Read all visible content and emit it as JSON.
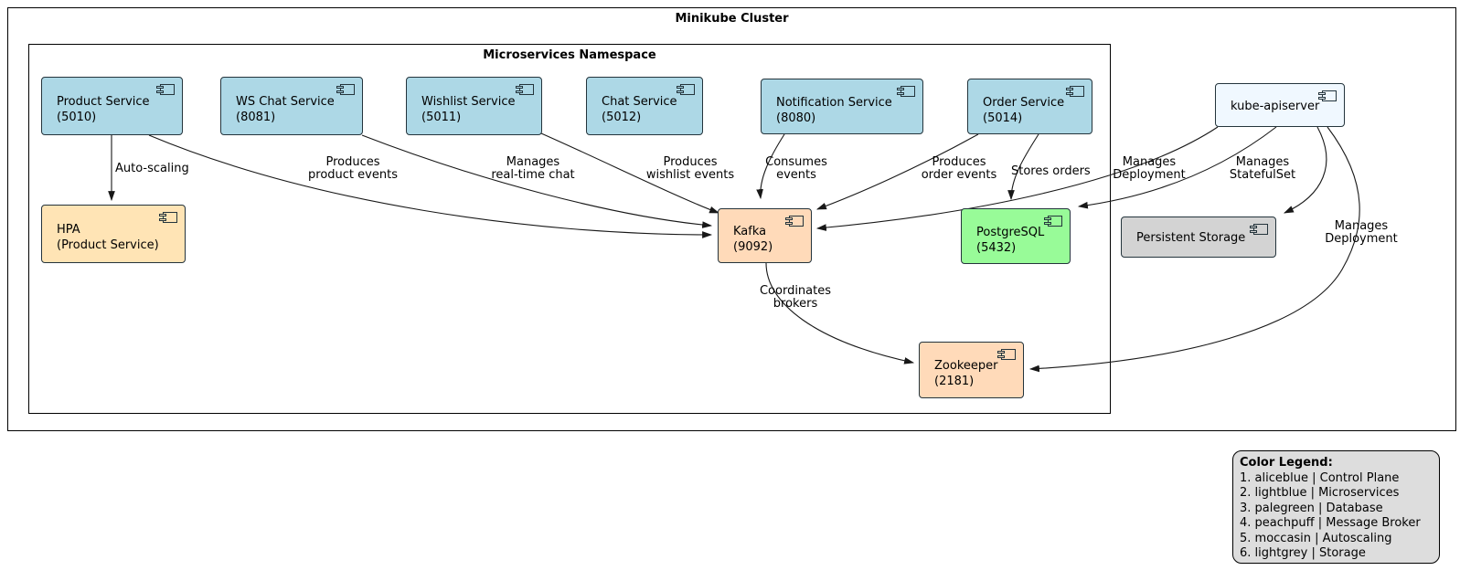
{
  "diagram": {
    "frames": {
      "outer_title": "Minikube Cluster",
      "inner_title": "Microservices Namespace"
    },
    "nodes": {
      "product": {
        "line1": "Product Service",
        "line2": "(5010)",
        "color_name": "lightblue"
      },
      "wschat": {
        "line1": "WS Chat Service",
        "line2": "(8081)",
        "color_name": "lightblue"
      },
      "wishlist": {
        "line1": "Wishlist Service",
        "line2": "(5011)",
        "color_name": "lightblue"
      },
      "chat": {
        "line1": "Chat Service",
        "line2": "(5012)",
        "color_name": "lightblue"
      },
      "notification": {
        "line1": "Notification Service",
        "line2": "(8080)",
        "color_name": "lightblue"
      },
      "order": {
        "line1": "Order Service",
        "line2": "(5014)",
        "color_name": "lightblue"
      },
      "kubeapi": {
        "line1": "kube-apiserver",
        "color_name": "aliceblue"
      },
      "hpa": {
        "line1": "HPA",
        "line2": "(Product Service)",
        "color_name": "moccasin"
      },
      "kafka": {
        "line1": "Kafka",
        "line2": "(9092)",
        "color_name": "peachpuff"
      },
      "postgres": {
        "line1": "PostgreSQL",
        "line2": "(5432)",
        "color_name": "palegreen"
      },
      "storage": {
        "line1": "Persistent Storage",
        "color_name": "lightgrey"
      },
      "zookeeper": {
        "line1": "Zookeeper",
        "line2": "(2181)",
        "color_name": "peachpuff"
      }
    },
    "edge_labels": {
      "auto_scaling": {
        "l1": "Auto-scaling"
      },
      "produces_product": {
        "l1": "Produces",
        "l2": "product events"
      },
      "manages_realtime": {
        "l1": "Manages",
        "l2": "real-time chat"
      },
      "produces_wishlist": {
        "l1": "Produces",
        "l2": "wishlist events"
      },
      "consumes_events": {
        "l1": "Consumes",
        "l2": "events"
      },
      "produces_order": {
        "l1": "Produces",
        "l2": "order events"
      },
      "stores_orders": {
        "l1": "Stores orders"
      },
      "manages_deployment_kafka": {
        "l1": "Manages",
        "l2": "Deployment"
      },
      "manages_statefulset": {
        "l1": "Manages",
        "l2": "StatefulSet"
      },
      "manages_deployment_zk": {
        "l1": "Manages",
        "l2": "Deployment"
      },
      "coordinates_brokers": {
        "l1": "Coordinates",
        "l2": "brokers"
      }
    },
    "edges": [
      {
        "from": "Product Service",
        "to": "HPA",
        "label": "Auto-scaling"
      },
      {
        "from": "Product Service",
        "to": "Kafka",
        "label": "Produces product events"
      },
      {
        "from": "WS Chat Service",
        "to": "Kafka",
        "label": "Manages real-time chat"
      },
      {
        "from": "Wishlist Service",
        "to": "Kafka",
        "label": "Produces wishlist events"
      },
      {
        "from": "Notification Service",
        "to": "Kafka",
        "label": "Consumes events"
      },
      {
        "from": "Order Service",
        "to": "Kafka",
        "label": "Produces order events"
      },
      {
        "from": "Order Service",
        "to": "PostgreSQL",
        "label": "Stores orders"
      },
      {
        "from": "kube-apiserver",
        "to": "Kafka",
        "label": "Manages Deployment"
      },
      {
        "from": "kube-apiserver",
        "to": "PostgreSQL",
        "label": ""
      },
      {
        "from": "kube-apiserver",
        "to": "Persistent Storage",
        "label": "Manages StatefulSet"
      },
      {
        "from": "kube-apiserver",
        "to": "Zookeeper",
        "label": "Manages Deployment"
      },
      {
        "from": "Kafka",
        "to": "Zookeeper",
        "label": "Coordinates brokers"
      }
    ],
    "legend": {
      "title": "Color Legend:",
      "items": [
        "1. aliceblue | Control Plane",
        "2. lightblue | Microservices",
        "3. palegreen | Database",
        "4. peachpuff | Message Broker",
        "5. moccasin | Autoscaling",
        "6. lightgrey | Storage"
      ]
    },
    "colors": {
      "aliceblue": "#F0F8FF",
      "lightblue": "#ADD8E6",
      "palegreen": "#98FB98",
      "peachpuff": "#FFDAB9",
      "moccasin": "#FFE4B5",
      "lightgrey": "#D3D3D3",
      "node_border": "#24343C",
      "edge_line": "#181818",
      "legend_bg": "#DDDDDD"
    }
  }
}
